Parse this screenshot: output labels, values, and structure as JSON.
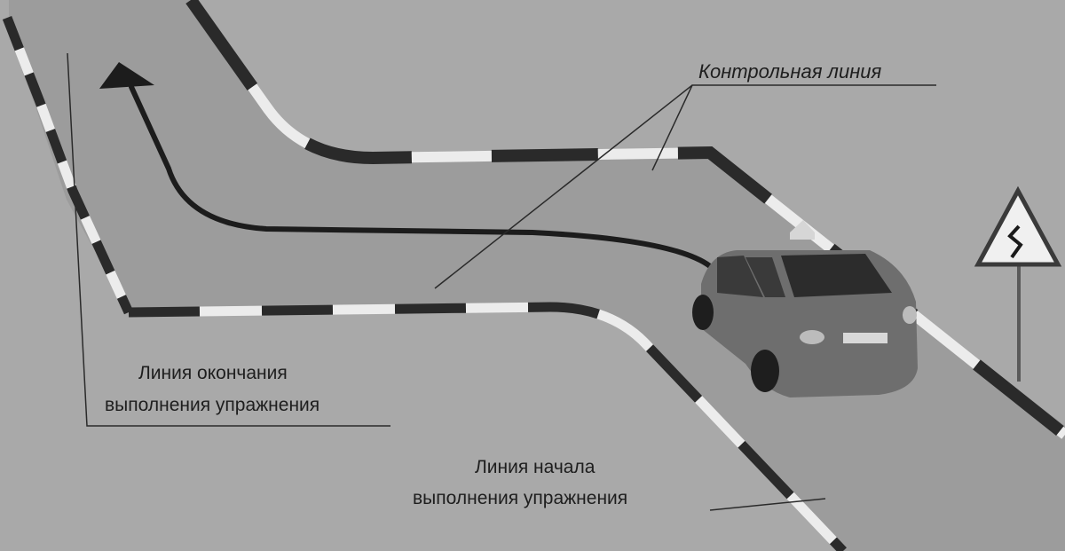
{
  "labels": {
    "control_line": "Контрольная линия",
    "end_line": [
      "Линия окончания",
      "выполнения упражнения"
    ],
    "start_line": [
      "Линия начала",
      "выполнения упражнения"
    ]
  },
  "colors": {
    "ground": "#a9a9a9",
    "lane": "#9c9c9c",
    "curb_dark": "#2a2a2a",
    "curb_light": "#ececec",
    "path_line": "#1c1c1c",
    "car_body": "#6e6e6e"
  },
  "road_sign": {
    "icon": "winding-road-sign-icon"
  }
}
